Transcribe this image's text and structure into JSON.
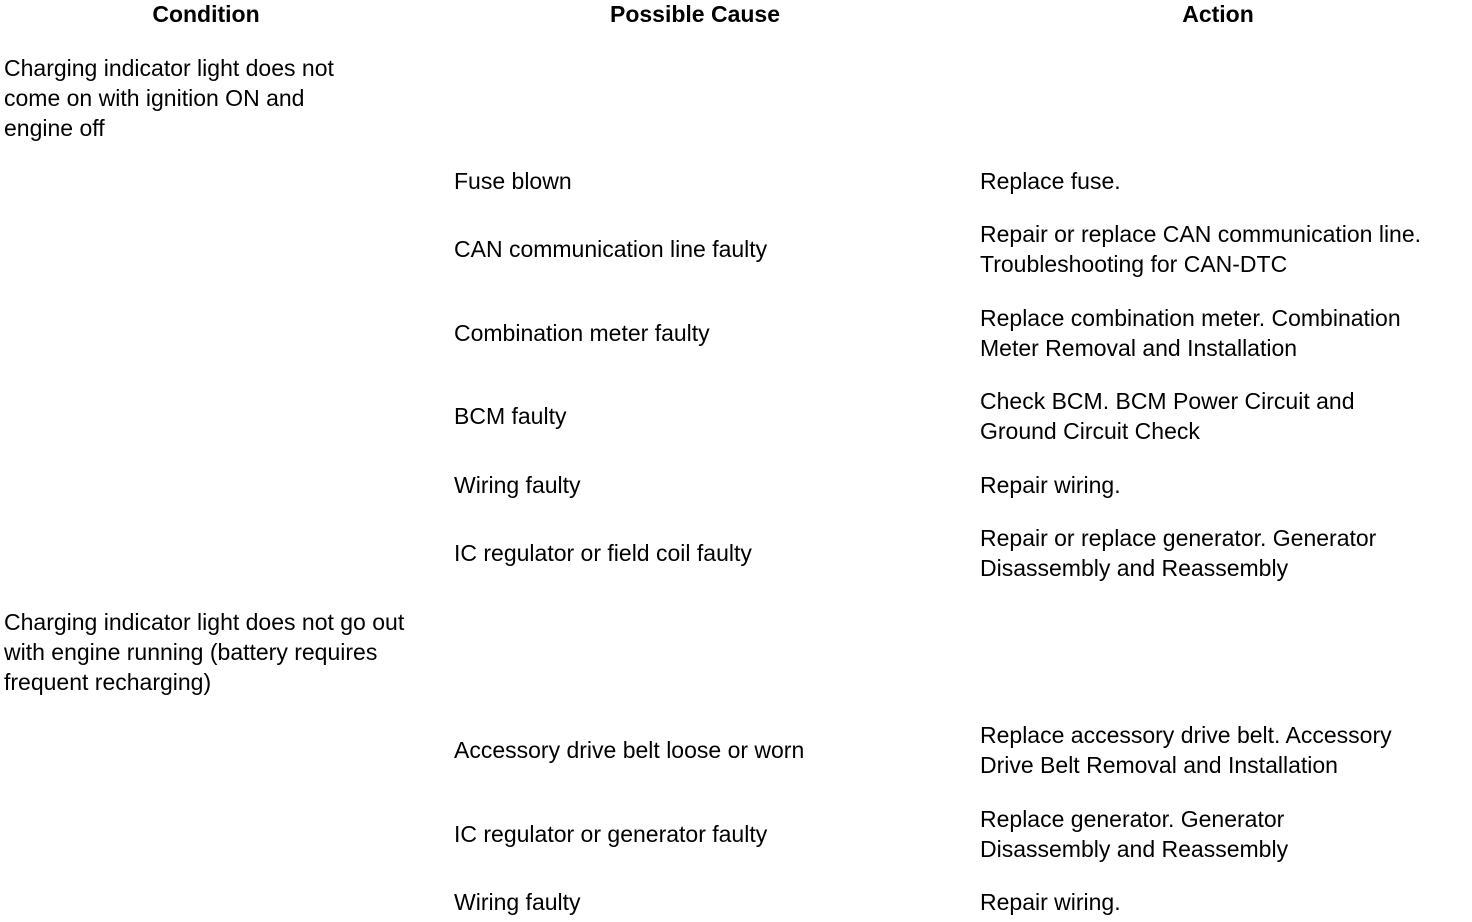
{
  "table": {
    "headers": {
      "condition": "Condition",
      "cause": "Possible Cause",
      "action": "Action"
    },
    "conditions": [
      "Charging indicator light does not come on with ignition ON and engine off",
      "Charging indicator light does not go out with engine running (battery requires frequent recharging)"
    ],
    "rows": [
      {
        "cause": "Fuse blown",
        "action": "Replace fuse."
      },
      {
        "cause": "CAN communication line faulty",
        "action": "Repair or replace CAN communication line. Troubleshooting for CAN-DTC"
      },
      {
        "cause": "Combination meter faulty",
        "action": "Replace combination meter. Combination Meter Removal and Installation"
      },
      {
        "cause": "BCM faulty",
        "action": "Check BCM. BCM Power Circuit and Ground Circuit Check"
      },
      {
        "cause": "Wiring faulty",
        "action": "Repair wiring."
      },
      {
        "cause": "IC regulator or field coil faulty",
        "action": "Repair or replace generator. Generator Disassembly and Reassembly"
      },
      {
        "cause": "Accessory drive belt loose or worn",
        "action": "Replace accessory drive belt. Accessory Drive Belt Removal and Installation"
      },
      {
        "cause": "IC regulator or generator faulty",
        "action": "Replace generator. Generator Disassembly and Reassembly"
      },
      {
        "cause": "Wiring faulty",
        "action": "Repair wiring."
      }
    ]
  }
}
